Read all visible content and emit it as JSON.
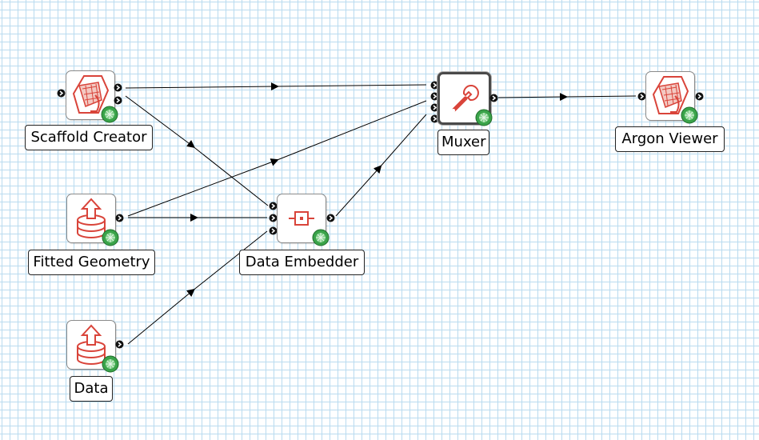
{
  "canvas": {
    "grid_color": "#b9dbf0",
    "wire_color": "#000000",
    "icon_color": "#d9443a",
    "badge_color": "#3aa34a"
  },
  "nodes": {
    "scaffold_creator": {
      "label": "Scaffold Creator",
      "icon": "scaffold-mesh-icon"
    },
    "fitted_geometry": {
      "label": "Fitted Geometry",
      "icon": "database-upload-icon"
    },
    "data": {
      "label": "Data",
      "icon": "database-upload-icon"
    },
    "data_embedder": {
      "label": "Data Embedder",
      "icon": "embed-square-icon"
    },
    "muxer": {
      "label": "Muxer",
      "icon": "wrench-icon",
      "selected": true
    },
    "argon_viewer": {
      "label": "Argon Viewer",
      "icon": "scaffold-mesh-icon"
    }
  }
}
